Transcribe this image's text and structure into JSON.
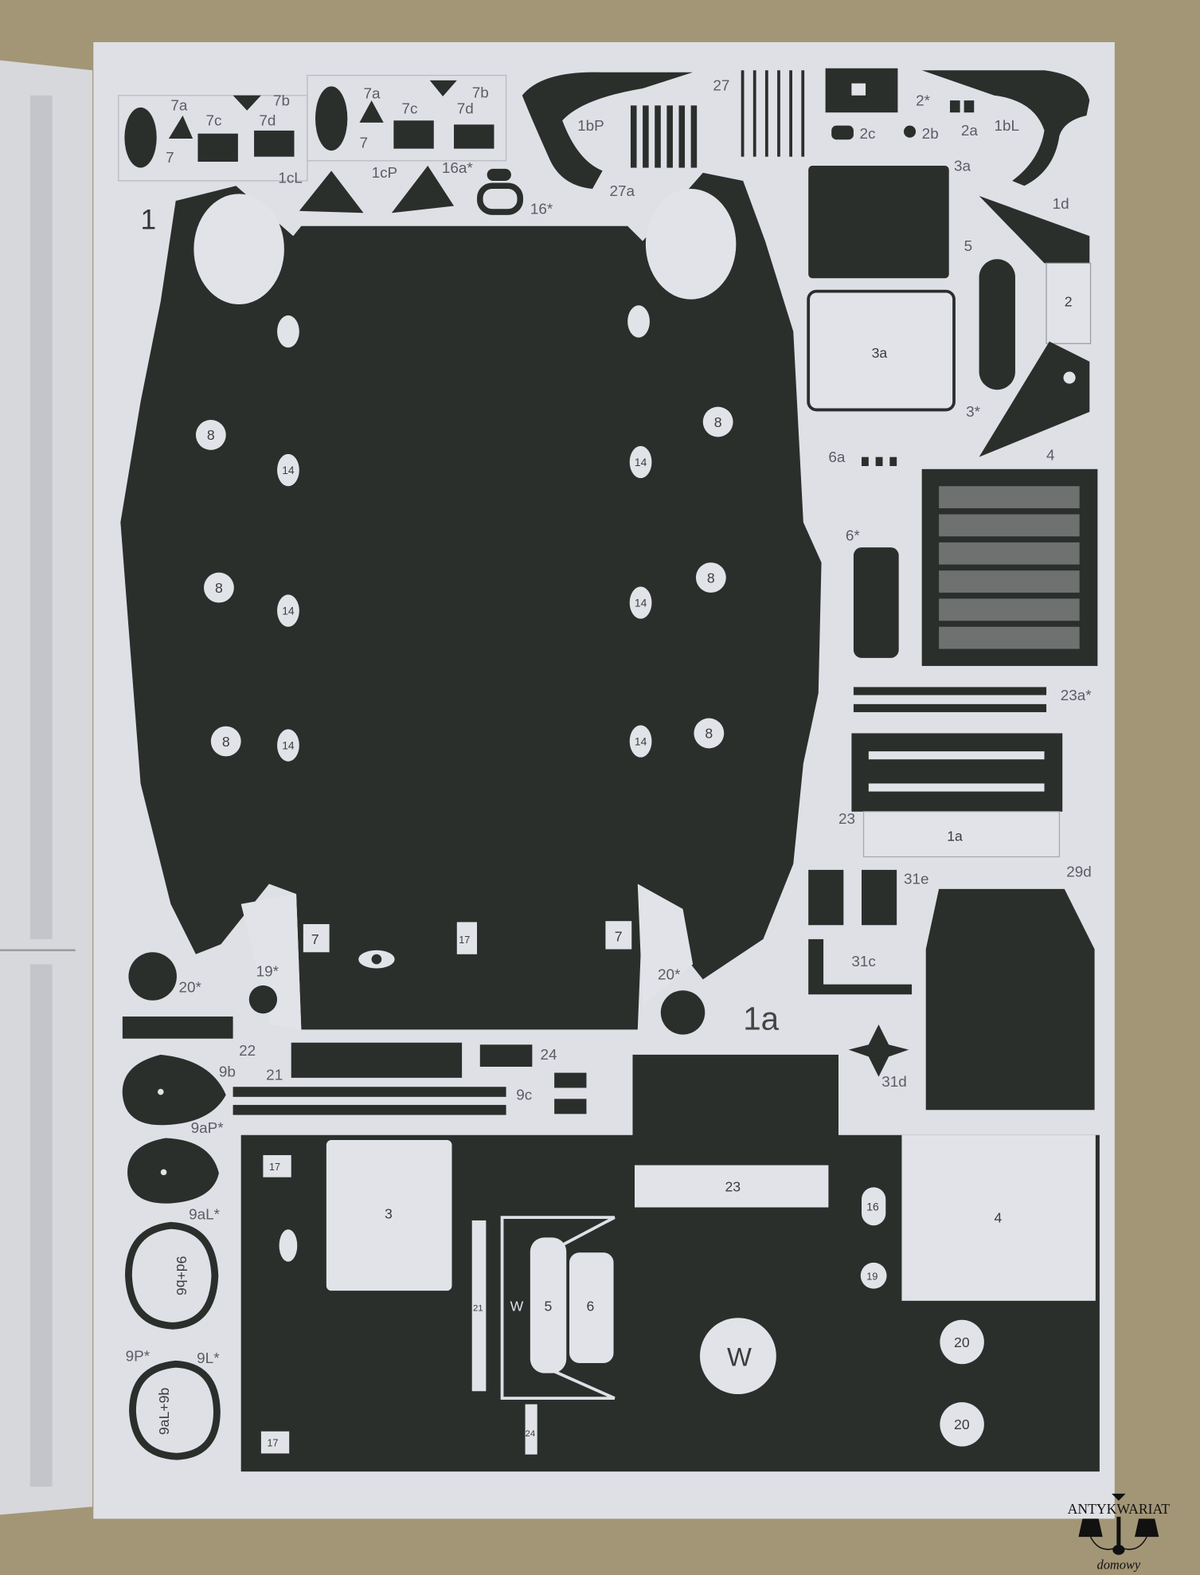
{
  "sheet": {
    "labels": {
      "l7a_1": "7a",
      "l7b_1": "7b",
      "l7c_1": "7c",
      "l7d_1": "7d",
      "l7_1": "7",
      "l7a_2": "7a",
      "l7b_2": "7b",
      "l7c_2": "7c",
      "l7d_2": "7d",
      "l7_2": "7",
      "l1cL": "1cL",
      "l1cP": "1cP",
      "l16a": "16a*",
      "l16": "16*",
      "l1bP": "1bP",
      "l27": "27",
      "l27a": "27a",
      "l2star": "2*",
      "l2c": "2c",
      "l2b": "2b",
      "l2a": "2a",
      "l1bL": "1bL",
      "l3a_top": "3a",
      "l1d": "1d",
      "l1": "1",
      "l5": "5",
      "l2": "2",
      "l3a": "3a",
      "l3star": "3*",
      "l6a": "6a",
      "l4": "4",
      "l6star": "6*",
      "l23a": "23a*",
      "l23": "23",
      "l1a_small": "1a",
      "l31e": "31e",
      "l29d": "29d",
      "l31c": "31c",
      "l20a": "20*",
      "l19": "19*",
      "l20b": "20*",
      "l1a": "1a",
      "l31d": "31d",
      "l22": "22",
      "l9b": "9b",
      "l21": "21",
      "l24": "24",
      "l9c": "9c",
      "l9aP": "9aP*",
      "l9aL": "9aL*",
      "l9P": "9P*",
      "l9L": "9L*"
    },
    "in_part": {
      "p8": "8",
      "p14": "14",
      "p7": "7",
      "p17": "17",
      "p3": "3",
      "p23": "23",
      "p16": "16",
      "p4": "4",
      "p19": "19",
      "p20": "20",
      "pW": "W",
      "p5": "5",
      "p6": "6",
      "p21": "21",
      "p24": "24",
      "p9d": "9d+b6",
      "p9aL": "9aL+9b",
      "p2": "2",
      "p4r": "4"
    }
  },
  "watermark": {
    "line1": "ANTYKWARIAT",
    "line2": "domowy"
  },
  "colors": {
    "wall": "#a39676",
    "paper": "#dfe0e6",
    "ink": "#2a2f2c"
  }
}
